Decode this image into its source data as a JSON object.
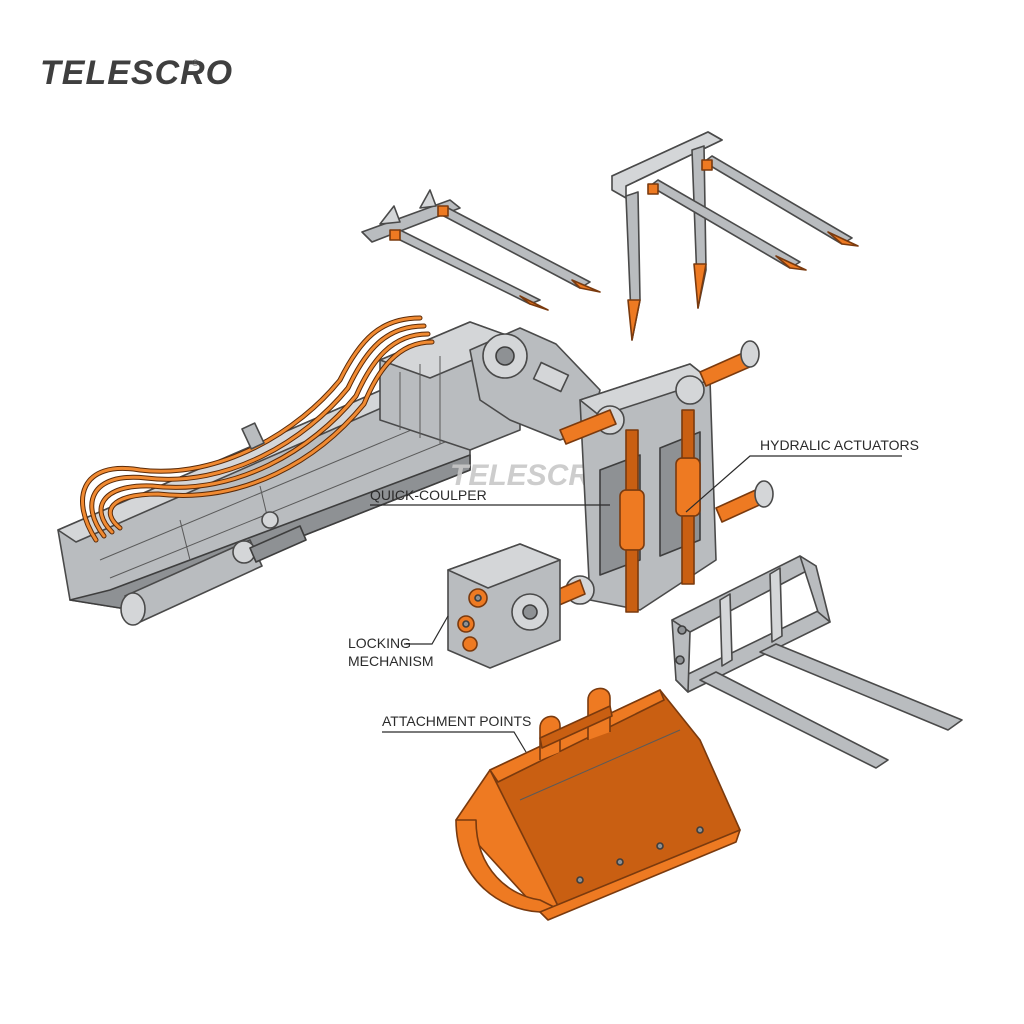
{
  "brand": {
    "logo_text": "TELESCRO",
    "registered_mark": "®",
    "watermark_text": "TELESCRO"
  },
  "callouts": {
    "hydraulic_actuators": "HYDRALIC ACTUATORS",
    "quick_coupler": "QUICK-COULPER",
    "locking_mechanism_line1": "LOCKING",
    "locking_mechanism_line2": "MECHANISM",
    "attachment_points": "ATTACHMENT POINTS"
  },
  "colors": {
    "accent": "#ee7a22",
    "steel": "#b9bcbf",
    "outline": "#4a4a4a",
    "background": "#ffffff"
  }
}
